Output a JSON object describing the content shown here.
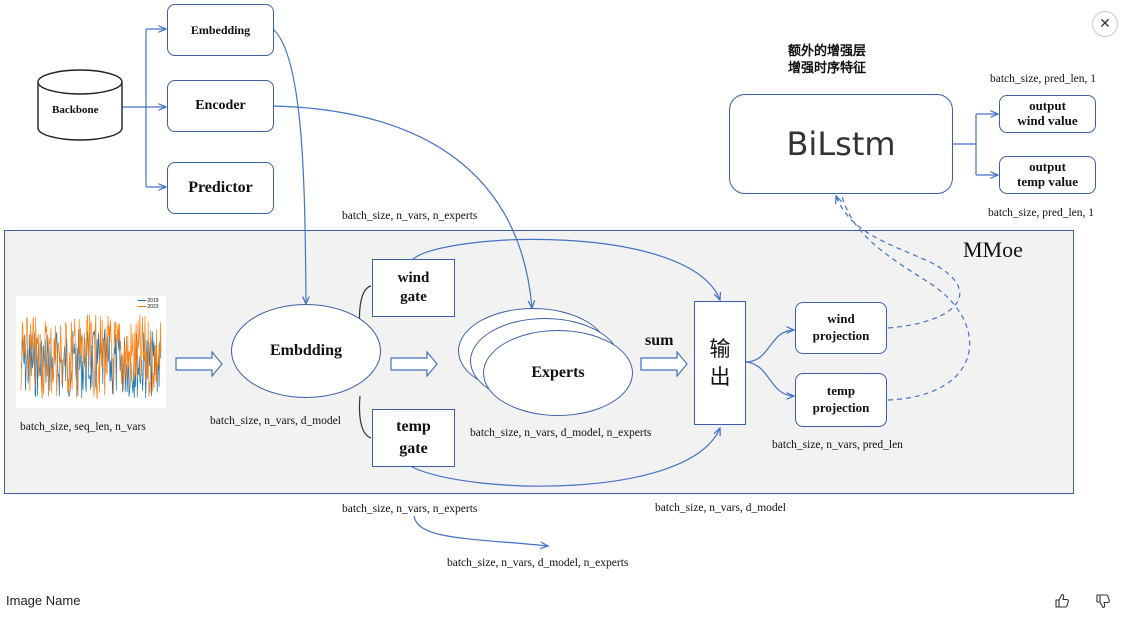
{
  "window": {
    "close_icon": "close-icon",
    "close_glyph": "✕"
  },
  "diagram": {
    "backbone": {
      "label": "Backbone",
      "modules": [
        "Embedding",
        "Encoder",
        "Predictor"
      ]
    },
    "enhancement": {
      "title_line1": "额外的增强层",
      "title_line2": "增强时序特征",
      "bilstm_label": "BiLstm",
      "outputs": [
        {
          "label": "output\nwind value",
          "shape": "batch_size, pred_len, 1"
        },
        {
          "label": "output\ntemp value",
          "shape": "batch_size, pred_len, 1"
        }
      ]
    },
    "mmoe": {
      "panel_title": "MMoe",
      "input_chart_legend": [
        "2019",
        "2023"
      ],
      "input_shape": "batch_size, seq_len, n_vars",
      "embedding_label": "Embdding",
      "embedding_shape": "batch_size, n_vars, d_model",
      "wind_gate_label": "wind\ngate",
      "temp_gate_label": "temp\ngate",
      "gate_shape_top": "batch_size, n_vars, n_experts",
      "gate_shape_bottom": "batch_size, n_vars, n_experts",
      "experts_label": "Experts",
      "experts_shape": "batch_size, n_vars, d_model, n_experts",
      "sum_label": "sum",
      "output_label": "输\n出",
      "output_shape": "batch_size, n_vars, d_model",
      "wind_projection_label": "wind\nprojection",
      "temp_projection_label": "temp\nprojection",
      "projection_shape": "batch_size, n_vars, pred_len",
      "below_shape": "batch_size, n_vars, d_model, n_experts"
    },
    "colors": {
      "box_border": "#3c5ea8",
      "arrow": "#4472c4",
      "panel_bg": "#f2f2f2",
      "series_2019": "#1f77b4",
      "series_2023": "#ff7f0e"
    }
  },
  "footer": {
    "image_name": "Image Name",
    "thumbs_up_icon": "thumbs-up-icon",
    "thumbs_down_icon": "thumbs-down-icon"
  }
}
